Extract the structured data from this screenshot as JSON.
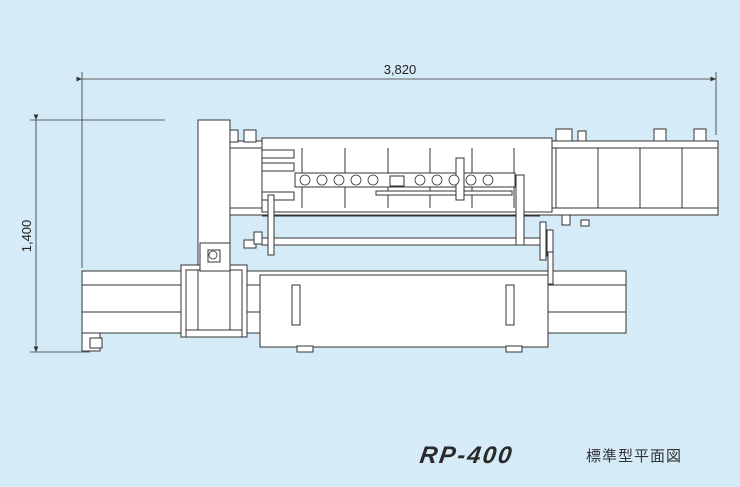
{
  "dimensions": {
    "width_label": "3,820",
    "height_label": "1,400"
  },
  "title": {
    "model": "RP-400",
    "caption": "標準型平面図"
  },
  "colors": {
    "background": "#d6ebf8",
    "line": "#333333",
    "fill": "#ffffff"
  }
}
